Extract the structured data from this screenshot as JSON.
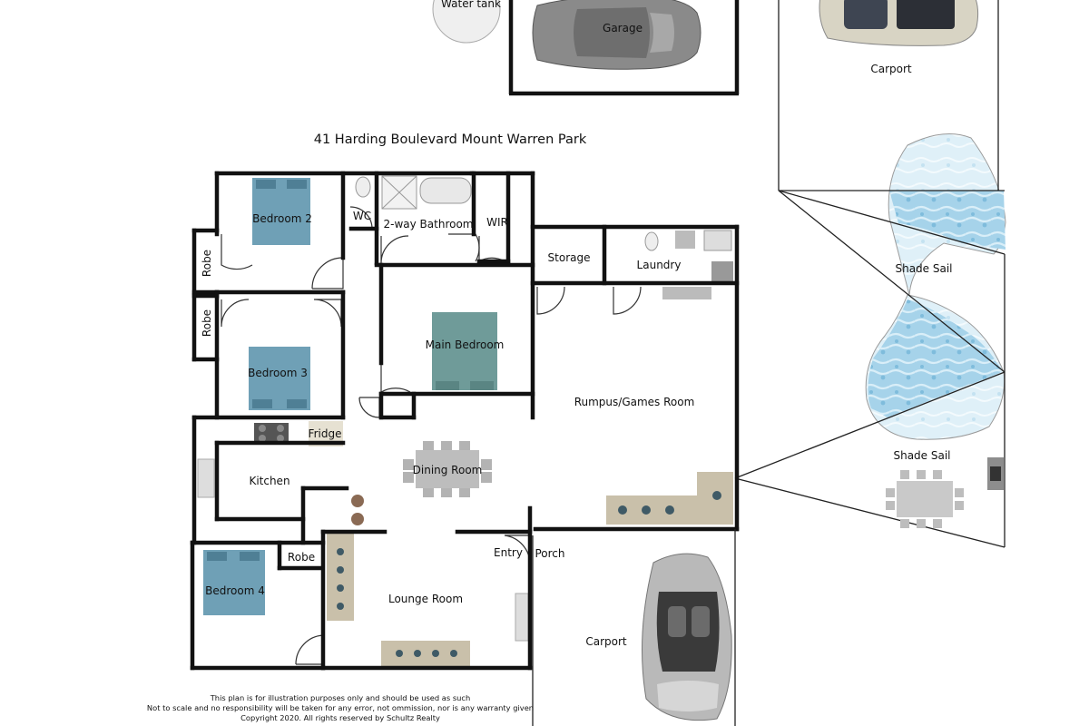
{
  "title": "41 Harding Boulevard Mount Warren Park",
  "rooms": {
    "water_tank": "Water tank",
    "garage": "Garage",
    "carport_top": "Carport",
    "bedroom2": "Bedroom 2",
    "wc": "WC",
    "bathroom": "2-way Bathroom",
    "wir": "WIR",
    "storage": "Storage",
    "laundry": "Laundry",
    "robe1": "Robe",
    "robe2": "Robe",
    "main_bedroom": "Main Bedroom",
    "bedroom3": "Bedroom 3",
    "rumpus": "Rumpus/Games Room",
    "fridge": "Fridge",
    "kitchen": "Kitchen",
    "dining": "Dining Room",
    "shade_sail_1": "Shade Sail",
    "shade_sail_2": "Shade Sail",
    "entry": "Entry",
    "porch": "Porch",
    "robe3": "Robe",
    "bedroom4": "Bedroom 4",
    "lounge": "Lounge Room",
    "carport_bottom": "Carport"
  },
  "disclaimer": [
    "This plan is for illustration purposes only and should be used as such",
    "Not to scale and no responsibility will be taken for any error, not ommission, nor is any warranty given",
    "Copyright 2020.  All rights reserved by Schultz Realty"
  ],
  "colors": {
    "wall": "#111111",
    "bed": "#6f9fb5",
    "bed_main": "#6e9a98",
    "pool_water": "#a9d4ea",
    "car": "#8a8a8a",
    "furniture_grey": "#bdbdbd",
    "sofa": "#c9c0aa"
  }
}
